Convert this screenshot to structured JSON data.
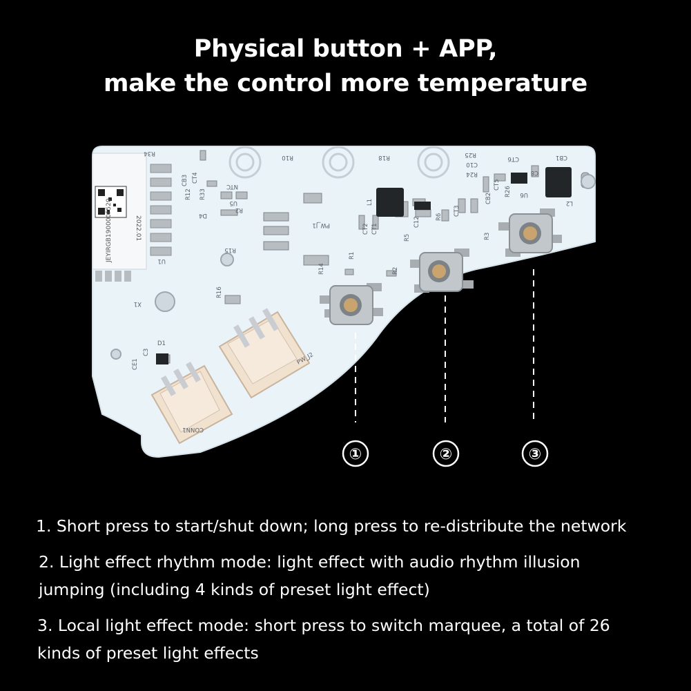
{
  "headline": {
    "line1": "Physical button + APP,",
    "line2": "make the control more temperature"
  },
  "board": {
    "silkscreen": {
      "module_code": "JEYIRGB190000F520",
      "module_date": "2022.01",
      "labels": [
        "R34",
        "R10",
        "R18",
        "R25",
        "C10",
        "R24",
        "CT6",
        "C8",
        "CB1",
        "CB3",
        "CT4",
        "R12",
        "R33",
        "NTC",
        "R2",
        "U5",
        "D4",
        "R15",
        "PW_J1",
        "L1",
        "CT2",
        "CT1",
        "C12",
        "R6",
        "CT3",
        "CB2",
        "CT5",
        "R26",
        "U6",
        "L2",
        "R1",
        "R3",
        "R5",
        "R14",
        "R2",
        "R16",
        "U1",
        "X1",
        "D1",
        "C3",
        "CE1",
        "CONN1",
        "PW_J2"
      ]
    },
    "markers": [
      "①",
      "②",
      "③"
    ]
  },
  "descriptions": [
    {
      "lines": [
        "1. Short press to start/shut down; long press to re-distribute the network"
      ]
    },
    {
      "lines": [
        "2. Light effect rhythm mode: light effect with audio rhythm illusion",
        "jumping (including 4 kinds of preset light effect)"
      ]
    },
    {
      "lines": [
        "3. Local light effect mode: short press to switch marquee, a total of 26",
        "kinds of preset light effects"
      ]
    }
  ],
  "colors": {
    "background": "#000000",
    "text": "#ffffff",
    "board": "#eaf3f8",
    "connector": "#f1e1cf"
  }
}
